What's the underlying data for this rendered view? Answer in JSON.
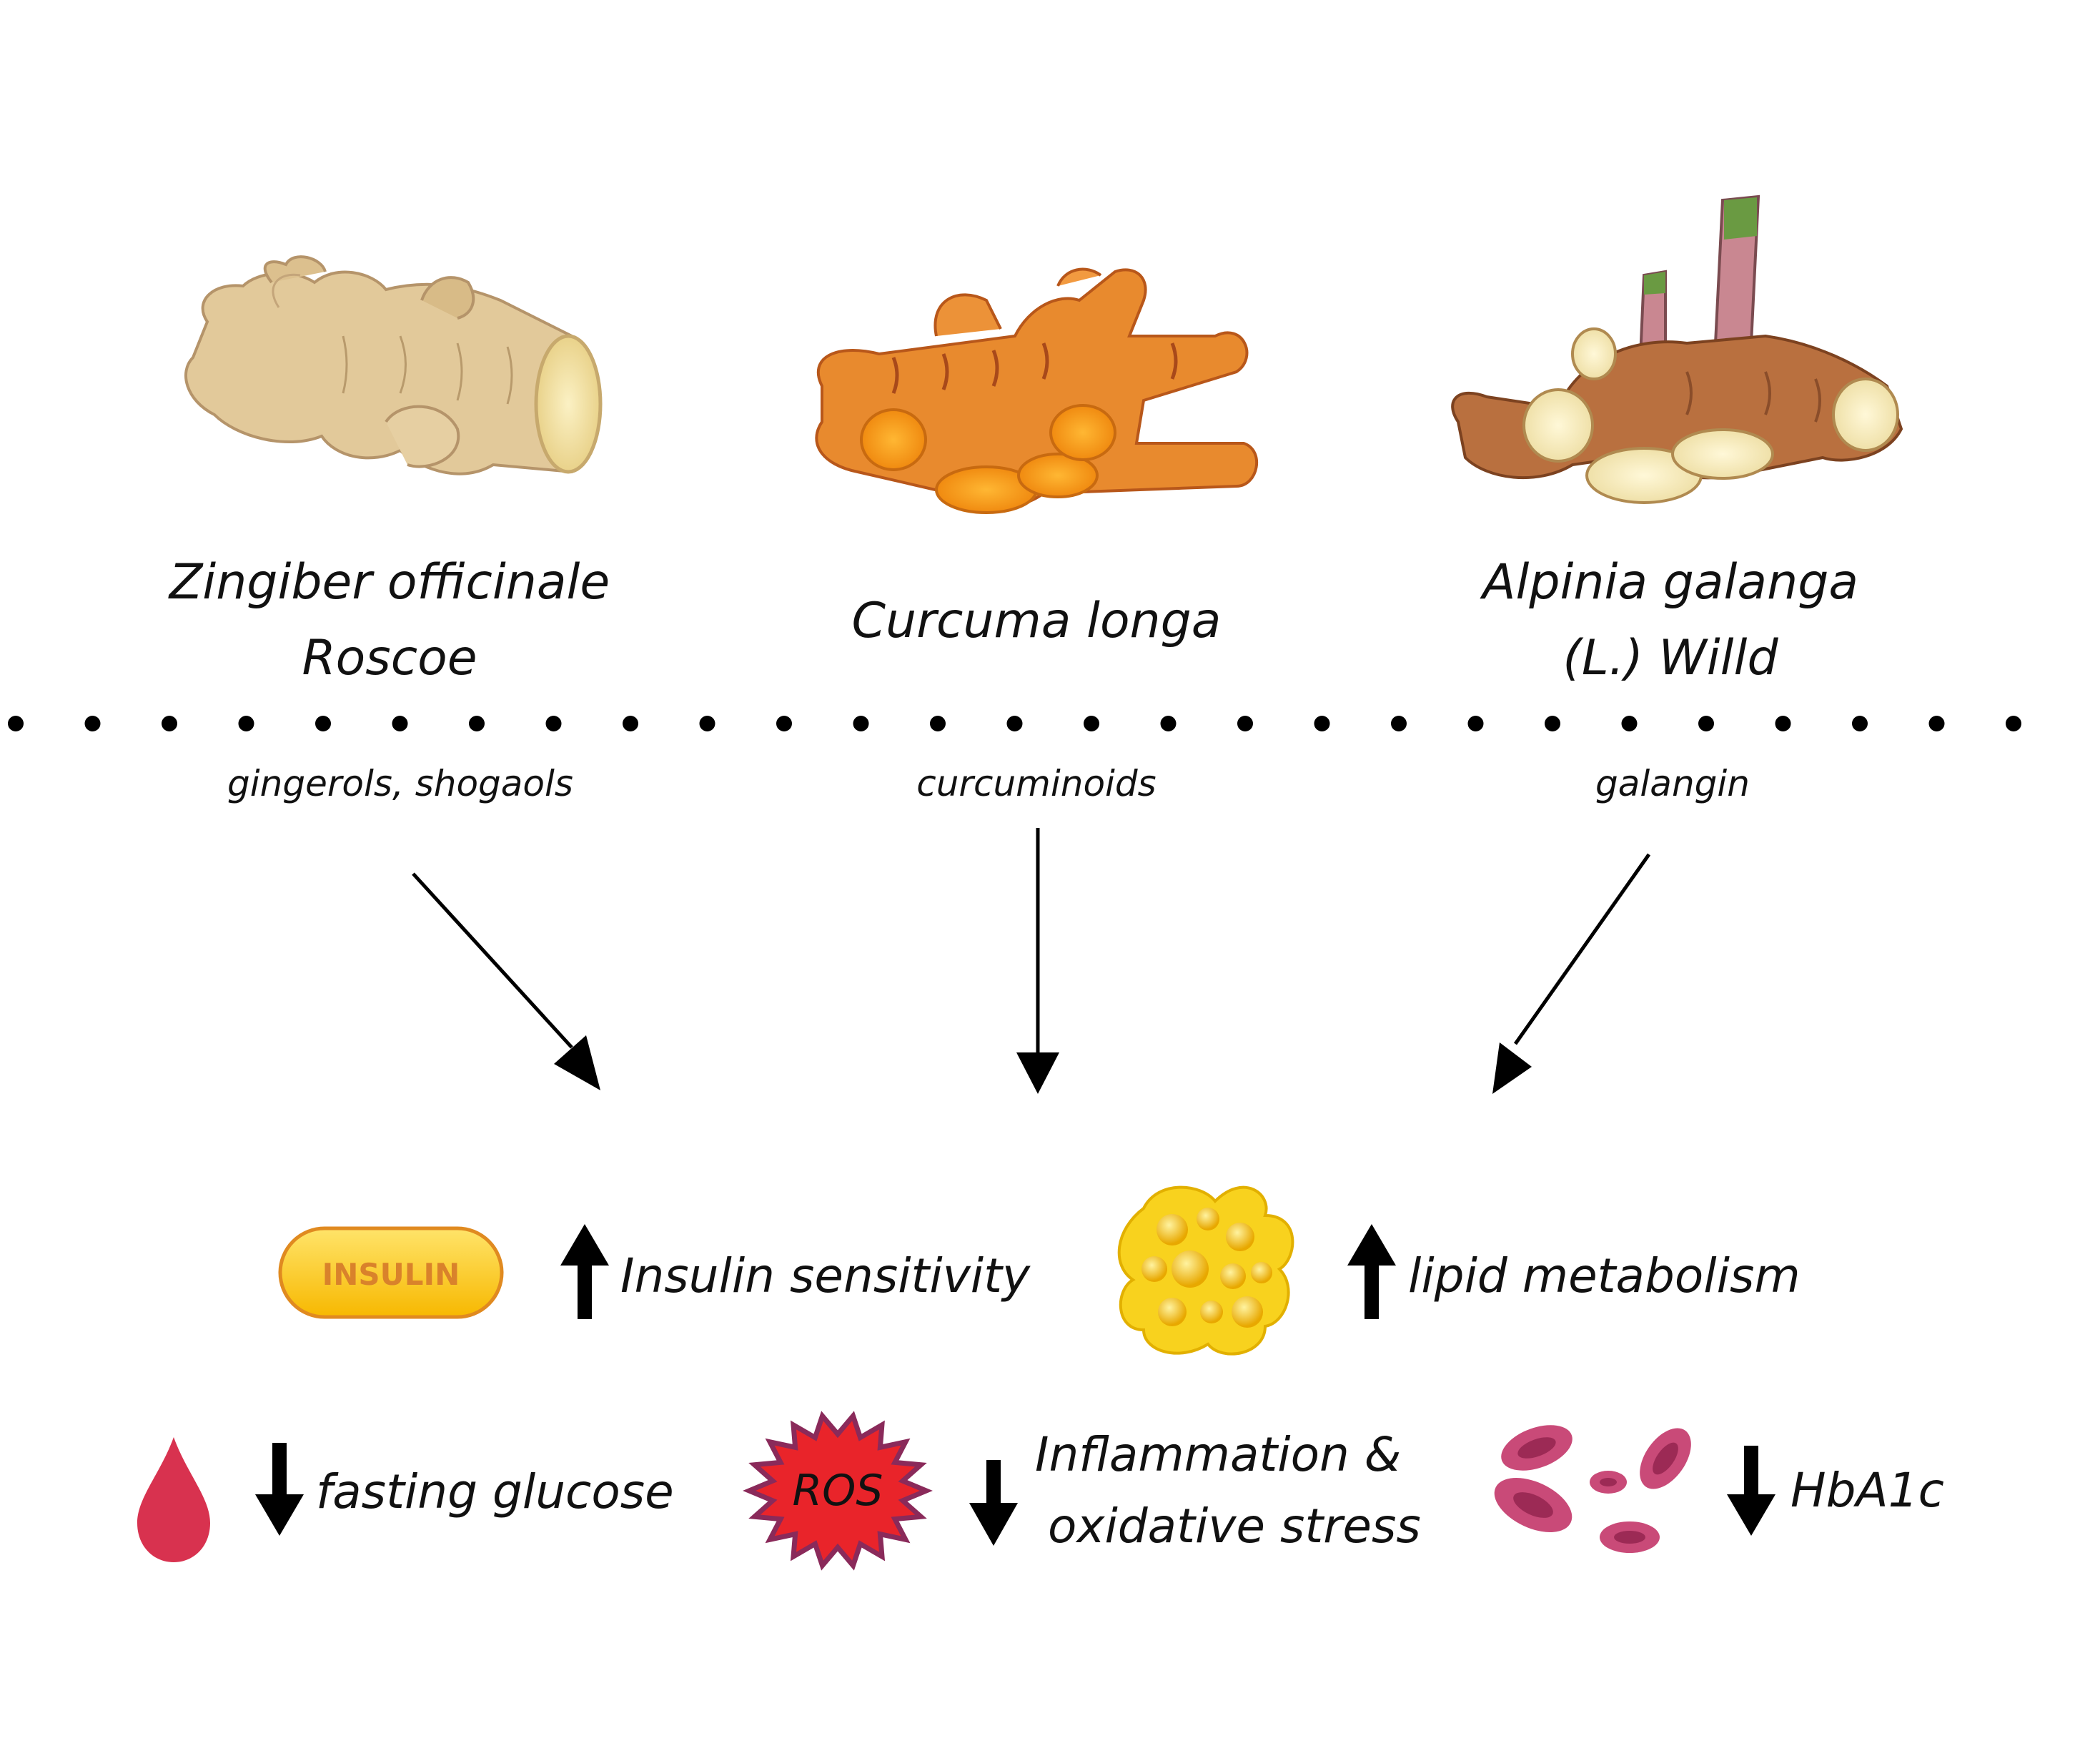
{
  "species": [
    {
      "id": "ginger",
      "line1": "Zingiber officinale",
      "line2": "Roscoe",
      "compound": "gingerols, shogaols"
    },
    {
      "id": "turmeric",
      "line1": "Curcuma longa",
      "line2": "",
      "compound": "curcuminoids"
    },
    {
      "id": "galangal",
      "line1": "Alpinia galanga",
      "line2": "(L.) Willd",
      "compound": "galangin"
    }
  ],
  "effects": [
    {
      "id": "insulin",
      "direction": "up",
      "label": "Insulin sensitivity",
      "icon": "insulin-capsule-icon",
      "icon_text": "INSULIN"
    },
    {
      "id": "lipid",
      "direction": "up",
      "label": "lipid metabolism",
      "icon": "fat-cell-icon"
    },
    {
      "id": "glucose",
      "direction": "down",
      "label": "fasting glucose",
      "icon": "blood-drop-icon"
    },
    {
      "id": "ros",
      "direction": "down",
      "label_line1": "Inflammation &",
      "label_line2": "oxidative stress",
      "icon": "ros-burst-icon",
      "icon_text": "ROS"
    },
    {
      "id": "hba1c",
      "direction": "down",
      "label": "HbA1c",
      "icon": "red-blood-cells-icon"
    }
  ],
  "colors": {
    "ginger_skin": "#e2c99a",
    "turmeric_skin": "#e88a2e",
    "turmeric_flesh": "#f6a21a",
    "galangal_skin": "#b9703f",
    "galangal_stem": "#c98791",
    "insulin_fill": "#fdd12c",
    "insulin_text": "#d9822b",
    "fat_fill": "#f8d21e",
    "drop_red": "#d8324f",
    "ros_red": "#e9242a",
    "ros_border": "#8a2a5a",
    "rbc_pink": "#c94a78",
    "arrow": "#000000"
  }
}
